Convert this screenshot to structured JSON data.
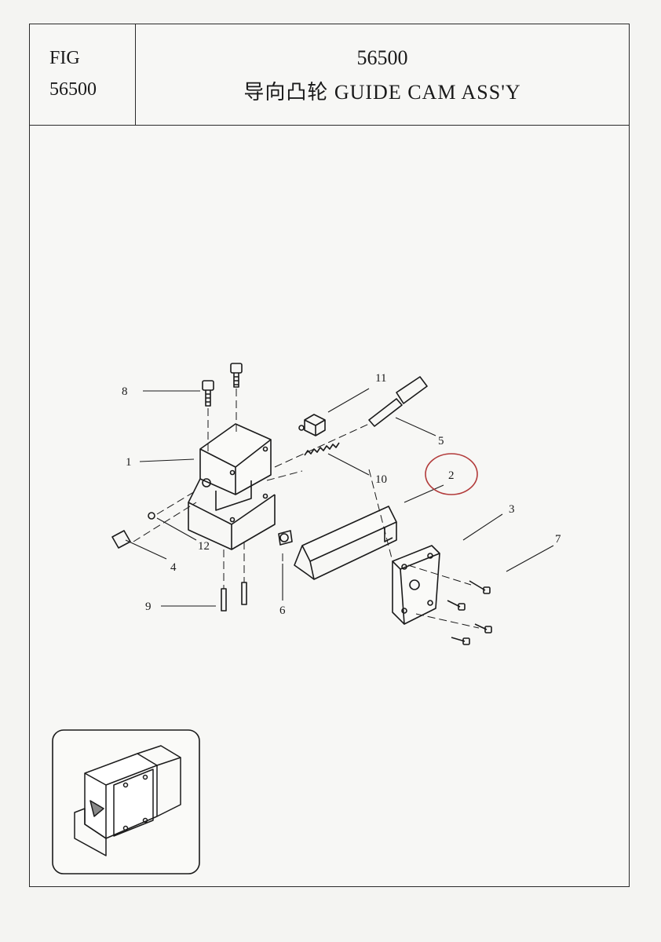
{
  "header": {
    "fig_label": "FIG",
    "fig_number": "56500",
    "title_number": "56500",
    "title_text": "导向凸轮 GUIDE CAM ASS'Y"
  },
  "callouts": {
    "c1": "1",
    "c2": "2",
    "c3": "3",
    "c4": "4",
    "c5": "5",
    "c6": "6",
    "c7": "7",
    "c8": "8",
    "c9": "9",
    "c10": "10",
    "c11": "11",
    "c12": "12"
  },
  "colors": {
    "highlight_circle": "#b23a3a",
    "ink": "#1a1a1a",
    "paper": "#f7f7f5"
  }
}
